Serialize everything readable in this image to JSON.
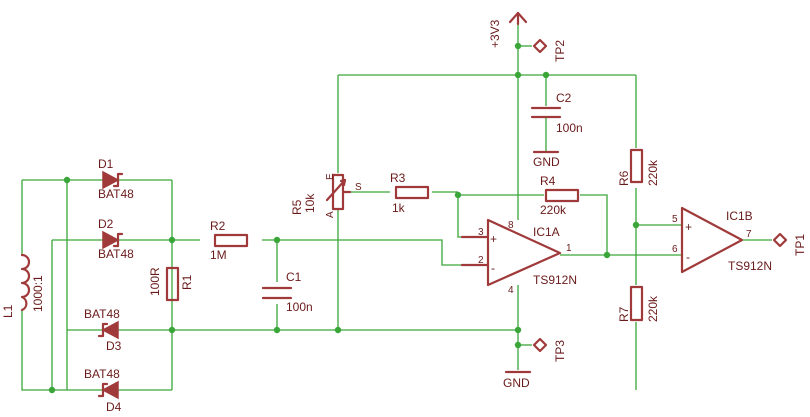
{
  "labels": {
    "d1": "D1",
    "d1_part": "BAT48",
    "d2": "D2",
    "d2_part": "BAT48",
    "d3": "D3",
    "d3_part": "BAT48",
    "d4": "D4",
    "d4_part": "BAT48",
    "l1": "L1",
    "l1_val": "1000:1",
    "r1": "R1",
    "r1_val": "100R",
    "r2": "R2",
    "r2_val": "1M",
    "c1": "C1",
    "c1_val": "100n",
    "r5": "R5",
    "r5_val": "10k",
    "r5_pin_a": "A",
    "r5_pin_e": "E",
    "r5_pin_s": "S",
    "r3": "R3",
    "r3_val": "1k",
    "r4": "R4",
    "r4_val": "220k",
    "c2": "C2",
    "c2_val": "100n",
    "r6": "R6",
    "r6_val": "220k",
    "r7": "R7",
    "r7_val": "220k",
    "ic1a": "IC1A",
    "ic1a_part": "TS912N",
    "ic1b": "IC1B",
    "ic1b_part": "TS912N",
    "pin3": "3",
    "pin2": "2",
    "pin1": "1",
    "pin8": "8",
    "pin4": "4",
    "pin5": "5",
    "pin6": "6",
    "pin7": "7",
    "plus": "+",
    "minus": "-",
    "tp1": "TP1",
    "tp2": "TP2",
    "tp3": "TP3",
    "vcc": "+3V3",
    "gnd1": "GND",
    "gnd2": "GND"
  }
}
